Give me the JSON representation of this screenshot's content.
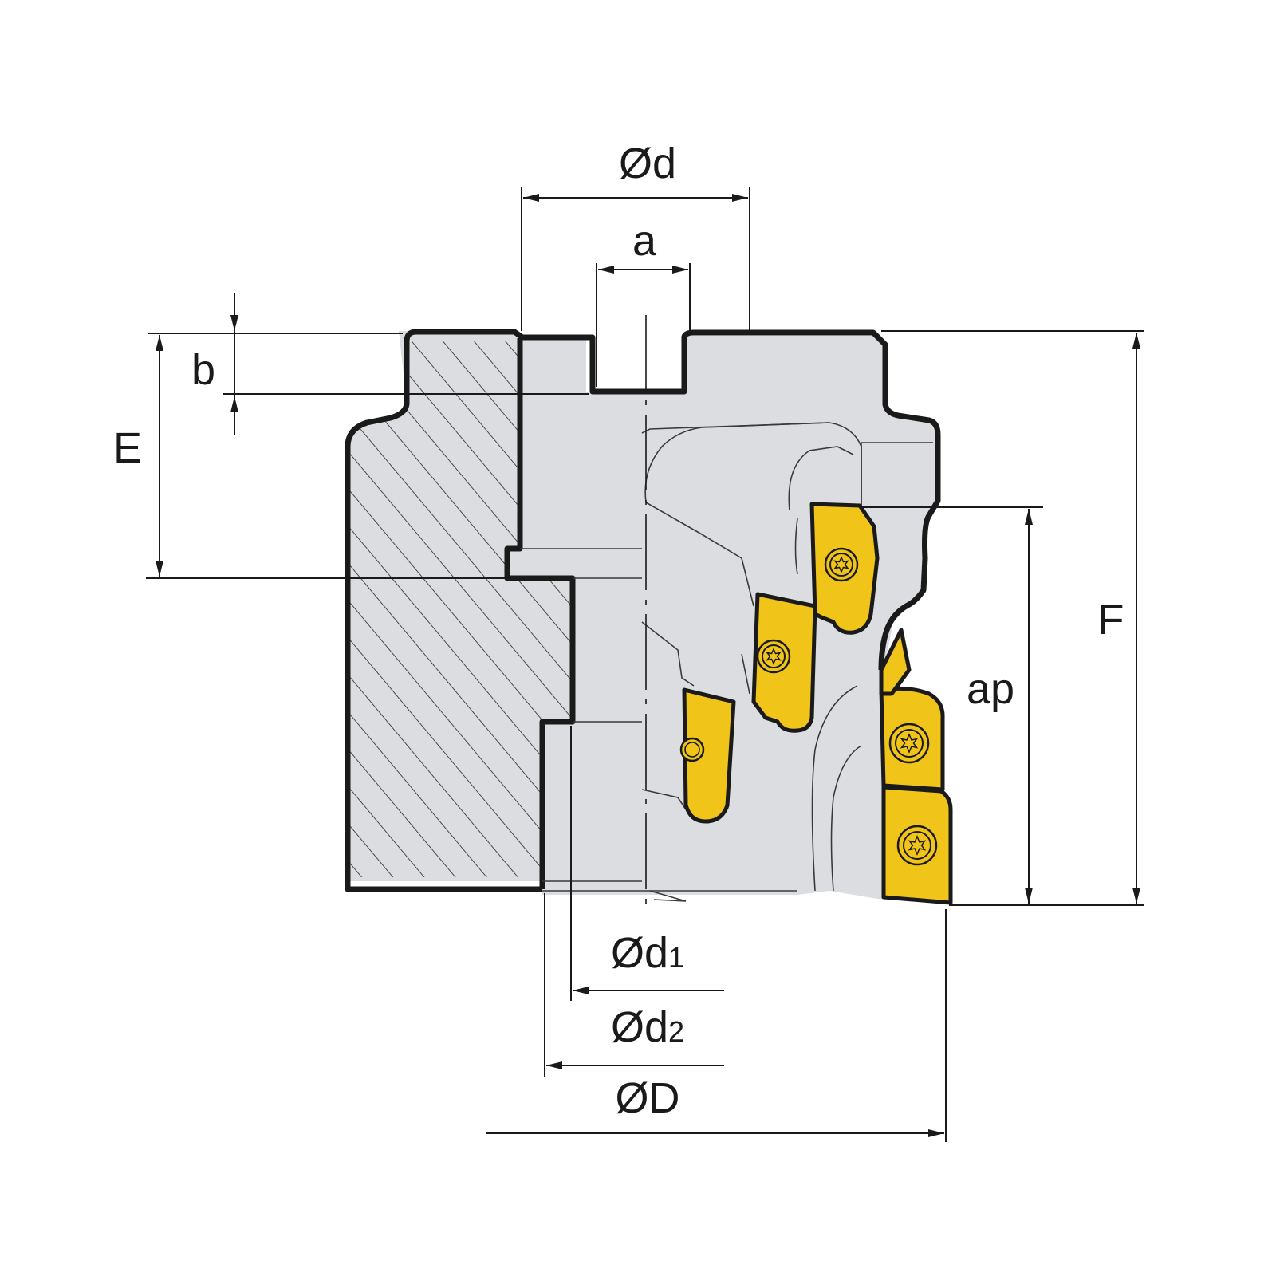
{
  "dimensions": {
    "bore_diameter": "Ød",
    "keyway_width": "a",
    "keyway_depth": "b",
    "bore_depth": "E",
    "overall_height": "F",
    "cutting_depth": "ap",
    "inner_diameter_1": {
      "base": "Ød",
      "sub": "1"
    },
    "inner_diameter_2": {
      "base": "Ød",
      "sub": "2"
    },
    "cutter_diameter": "ØD"
  },
  "colors": {
    "body": "#dcdde0",
    "insert": "#f0c419",
    "line": "#1a1a1a"
  },
  "icons": [
    "torx-screw-icon"
  ]
}
